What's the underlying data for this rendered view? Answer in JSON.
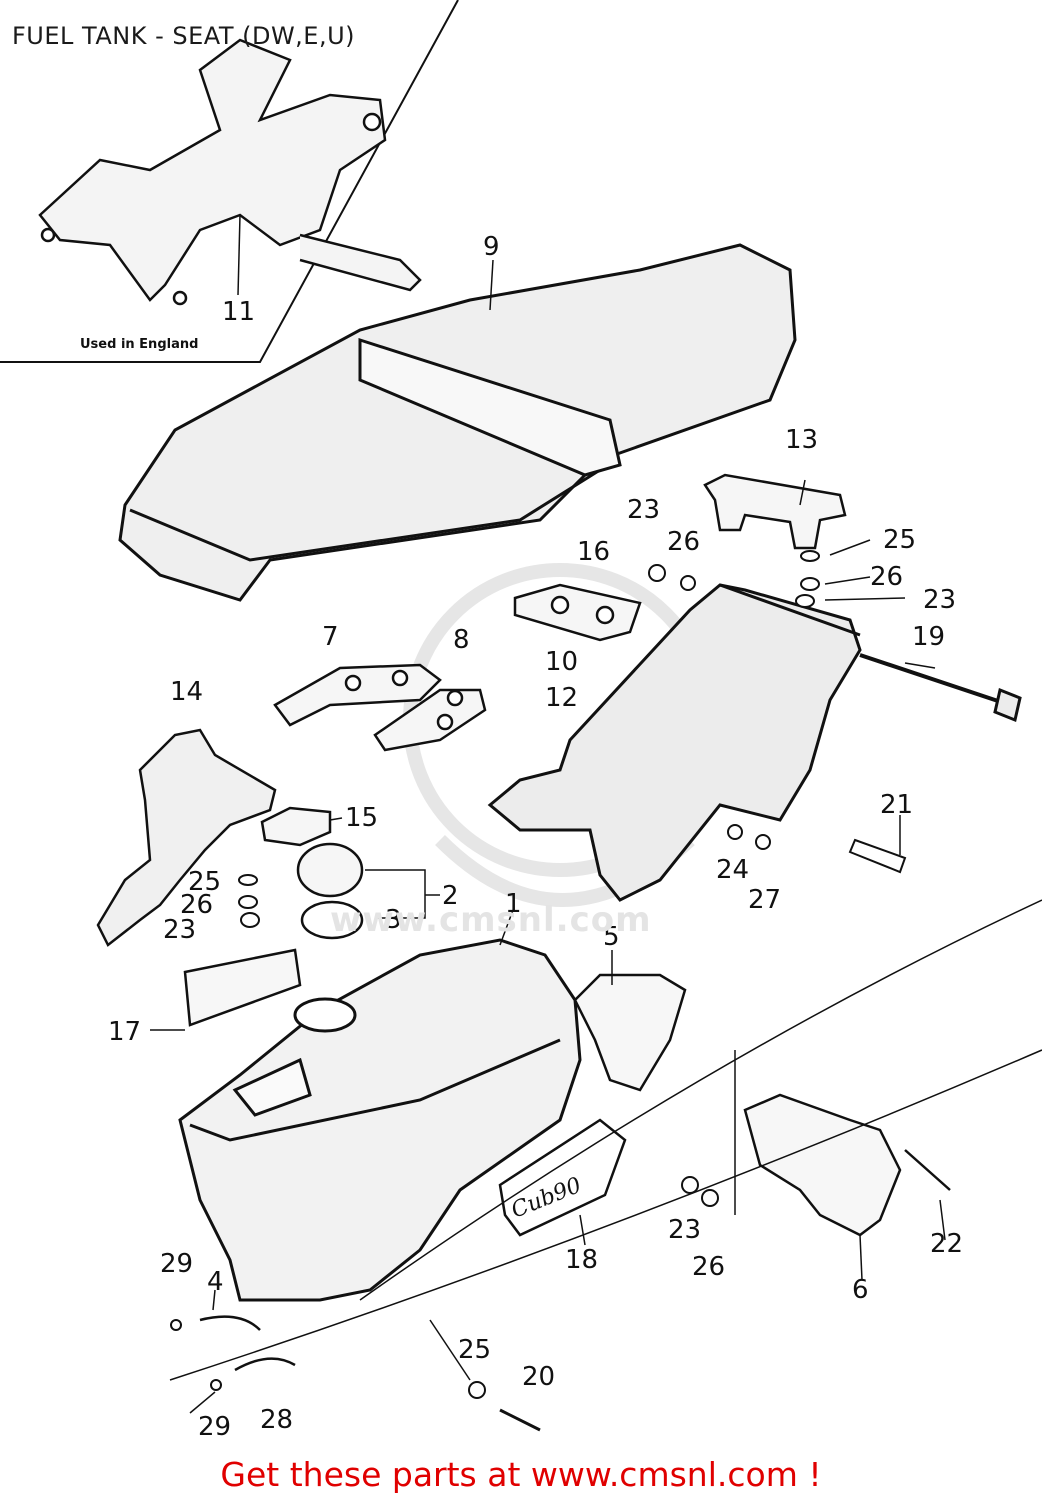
{
  "title": "FUEL TANK - SEAT (DW,E,U)",
  "inset_note": "Used in England",
  "watermark": "www.cmsnl.com",
  "decal_text": "Cub90",
  "footer": "Get these parts at www.cmsnl.com !",
  "callouts": [
    "1",
    "2",
    "3",
    "4",
    "5",
    "6",
    "7",
    "8",
    "9",
    "10",
    "11",
    "12",
    "13",
    "14",
    "15",
    "16",
    "17",
    "18",
    "19",
    "20",
    "21",
    "22",
    "23",
    "23",
    "23",
    "23",
    "24",
    "25",
    "25",
    "25",
    "26",
    "26",
    "26",
    "26",
    "27",
    "28",
    "29",
    "29"
  ]
}
